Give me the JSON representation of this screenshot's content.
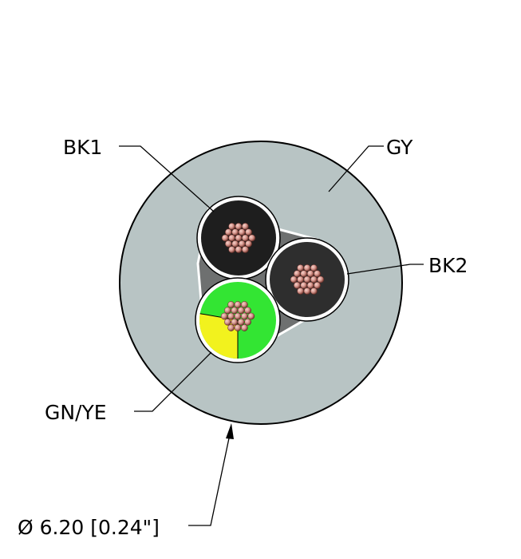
{
  "labels": {
    "bk1": "BK1",
    "gy": "GY",
    "bk2": "BK2",
    "gnye": "GN/YE",
    "diameter": "Ø 6.20 [0.24\"]"
  },
  "colors": {
    "sheath": "#b8c4c4",
    "bk1_insulation": "#1e1e1e",
    "bk2_insulation": "#2e2e2e",
    "green": "#33e533",
    "yellow": "#f2f21e",
    "filler": "#6e7070",
    "strand": "#d4958c"
  }
}
